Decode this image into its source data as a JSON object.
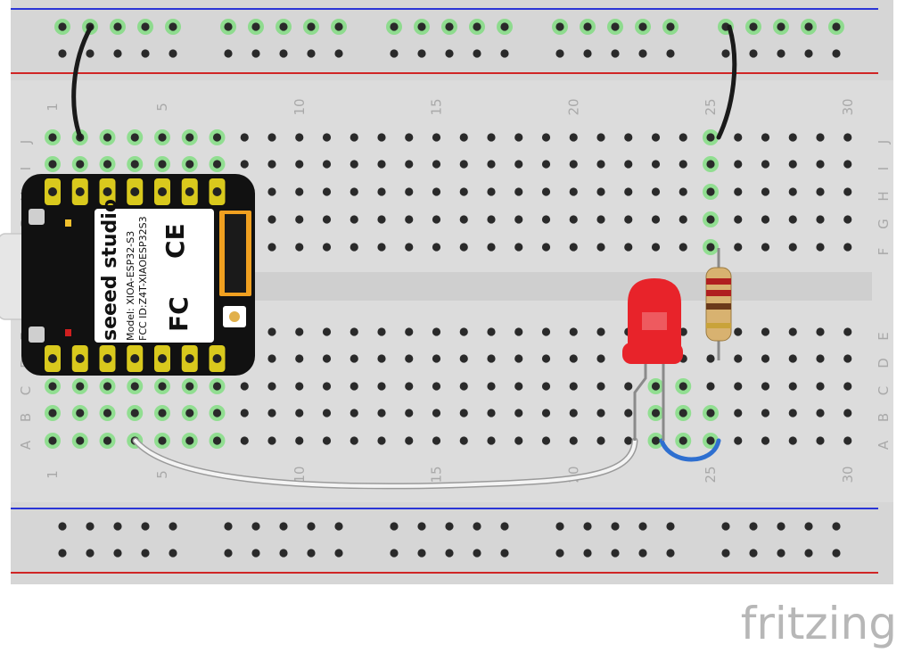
{
  "breadboard": {
    "column_numbers": [
      "1",
      "5",
      "10",
      "15",
      "20",
      "25",
      "30"
    ],
    "row_letters_top": [
      "J",
      "I",
      "H",
      "G",
      "F"
    ],
    "row_letters_bottom": [
      "E",
      "D",
      "C",
      "B",
      "A"
    ]
  },
  "board": {
    "brand": "seeed studio",
    "model": "Model: XIOA-ESP32-S3",
    "fcc_id": "FCC ID:Z4T-XIAOESP32S3",
    "fc_mark": "FC",
    "ce_mark": "CE"
  },
  "components": {
    "led_color": "#e8232a",
    "resistor_bands": [
      "#b01f1f",
      "#b01f1f",
      "#6b3a1a",
      "#c9a33a"
    ]
  },
  "wires": {
    "black": "#1a1a1a",
    "white": "#f4f4f4",
    "blue": "#2e6fd0"
  },
  "colors": {
    "rail_blue": "#2b35d6",
    "rail_red": "#d02525",
    "board_bg": "#dcdcdc",
    "hole": "#2a2a2a",
    "hole_active": "#54e054"
  },
  "watermark": {
    "text": "fritzing"
  }
}
